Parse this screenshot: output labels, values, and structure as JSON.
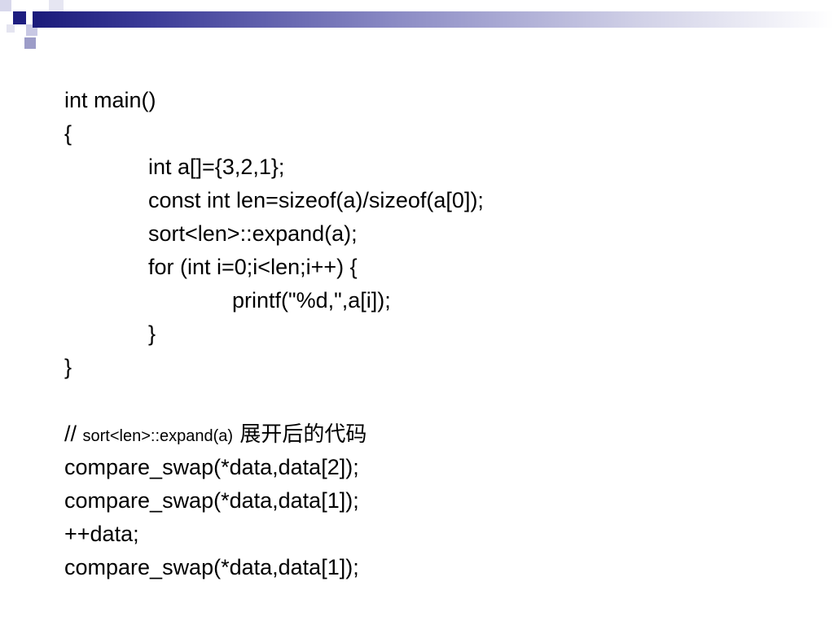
{
  "code_lines": [
    {
      "text": "int main()",
      "indent": 0
    },
    {
      "text": "{",
      "indent": 0
    },
    {
      "text": "int a[]={3,2,1};",
      "indent": 1
    },
    {
      "text": "const int len=sizeof(a)/sizeof(a[0]);",
      "indent": 1
    },
    {
      "text": "sort<len>::expand(a);",
      "indent": 1
    },
    {
      "text": "for (int i=0;i<len;i++) {",
      "indent": 1
    },
    {
      "text": "printf(\"%d,\",a[i]);",
      "indent": 2
    },
    {
      "text": "}",
      "indent": 1
    },
    {
      "text": "}",
      "indent": 0
    },
    {
      "text": "",
      "indent": 0
    }
  ],
  "comment": {
    "prefix": "// ",
    "code": "sort<len>::expand(a)",
    "note": " 展开后的代码"
  },
  "expanded_lines": [
    "compare_swap(*data,data[2]);",
    "compare_swap(*data,data[1]);",
    "++data;",
    "compare_swap(*data,data[1]);"
  ]
}
